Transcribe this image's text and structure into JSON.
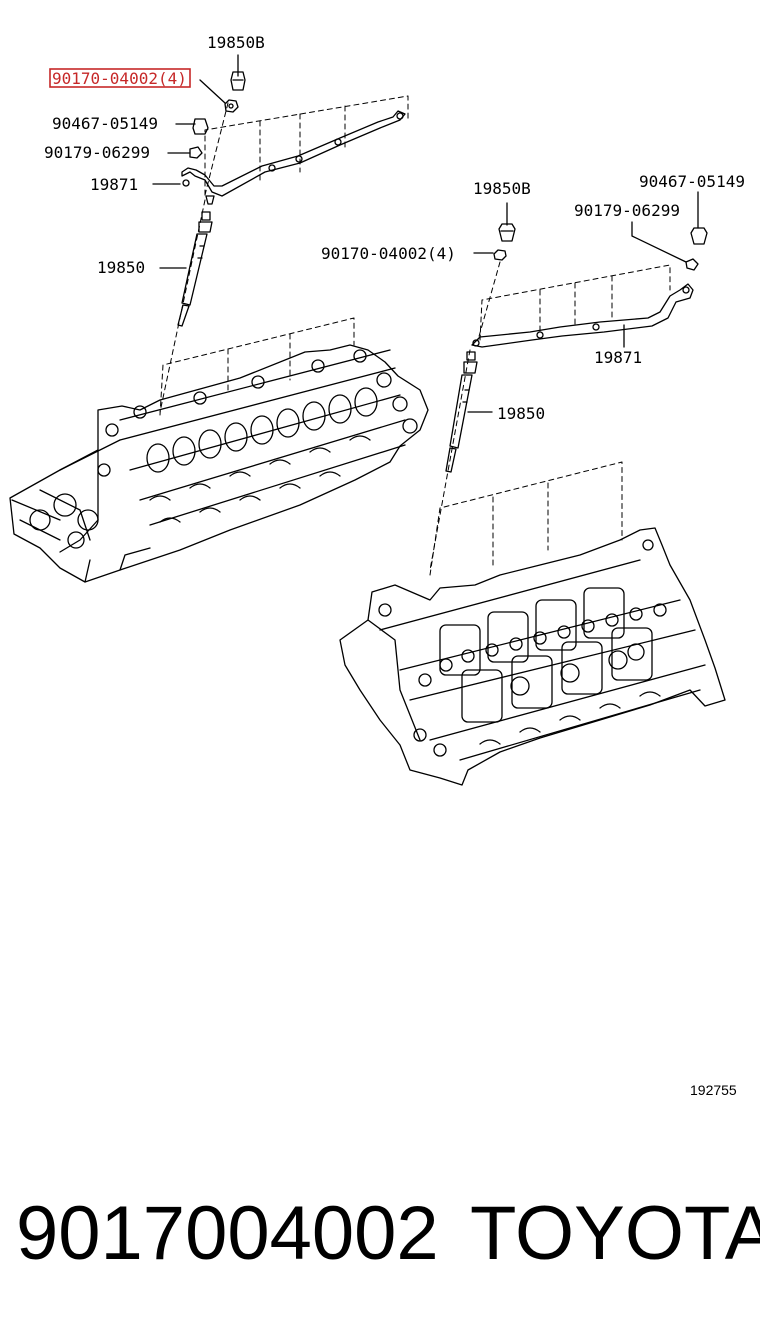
{
  "diagram": {
    "labels": {
      "left_bolt_b": "19850B",
      "left_nut_highlighted": "90170-04002(4)",
      "left_bolt_a": "90467-05149",
      "left_washer": "90179-06299",
      "left_harness": "19871",
      "left_glow_plug": "19850",
      "right_bolt_b": "19850B",
      "right_bolt_a": "90467-05149",
      "right_washer": "90179-06299",
      "right_nut": "90170-04002(4)",
      "right_harness": "19871",
      "right_glow_plug": "19850"
    },
    "figure_code": "192755",
    "highlight_color": "#c62828"
  },
  "footer": {
    "part_number": "9017004002",
    "brand": "TOYOTA"
  }
}
